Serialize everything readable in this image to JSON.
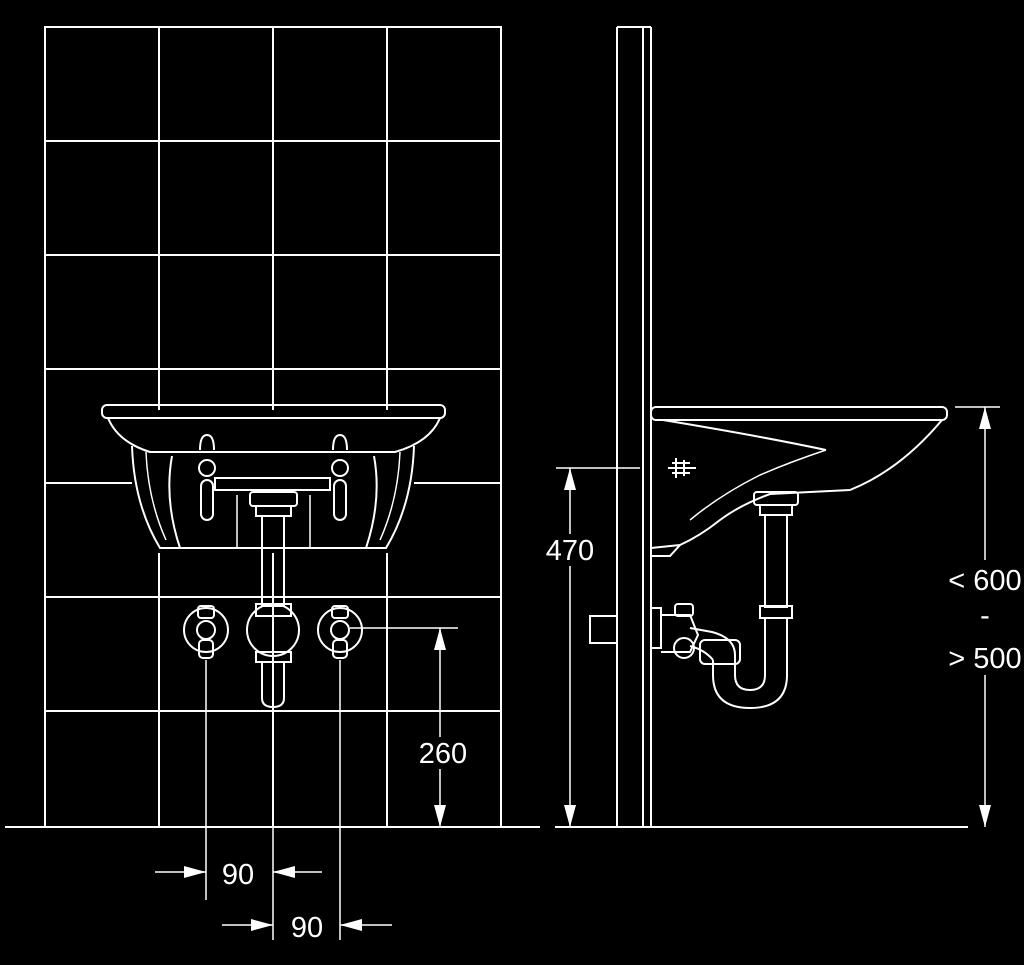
{
  "dimensions": {
    "tap_spacing_left": "90",
    "tap_spacing_right": "90",
    "supply_height": "260",
    "mount_height": "470",
    "rim_height_max": "< 600",
    "rim_height_separator": "-",
    "rim_height_min": "> 500"
  }
}
